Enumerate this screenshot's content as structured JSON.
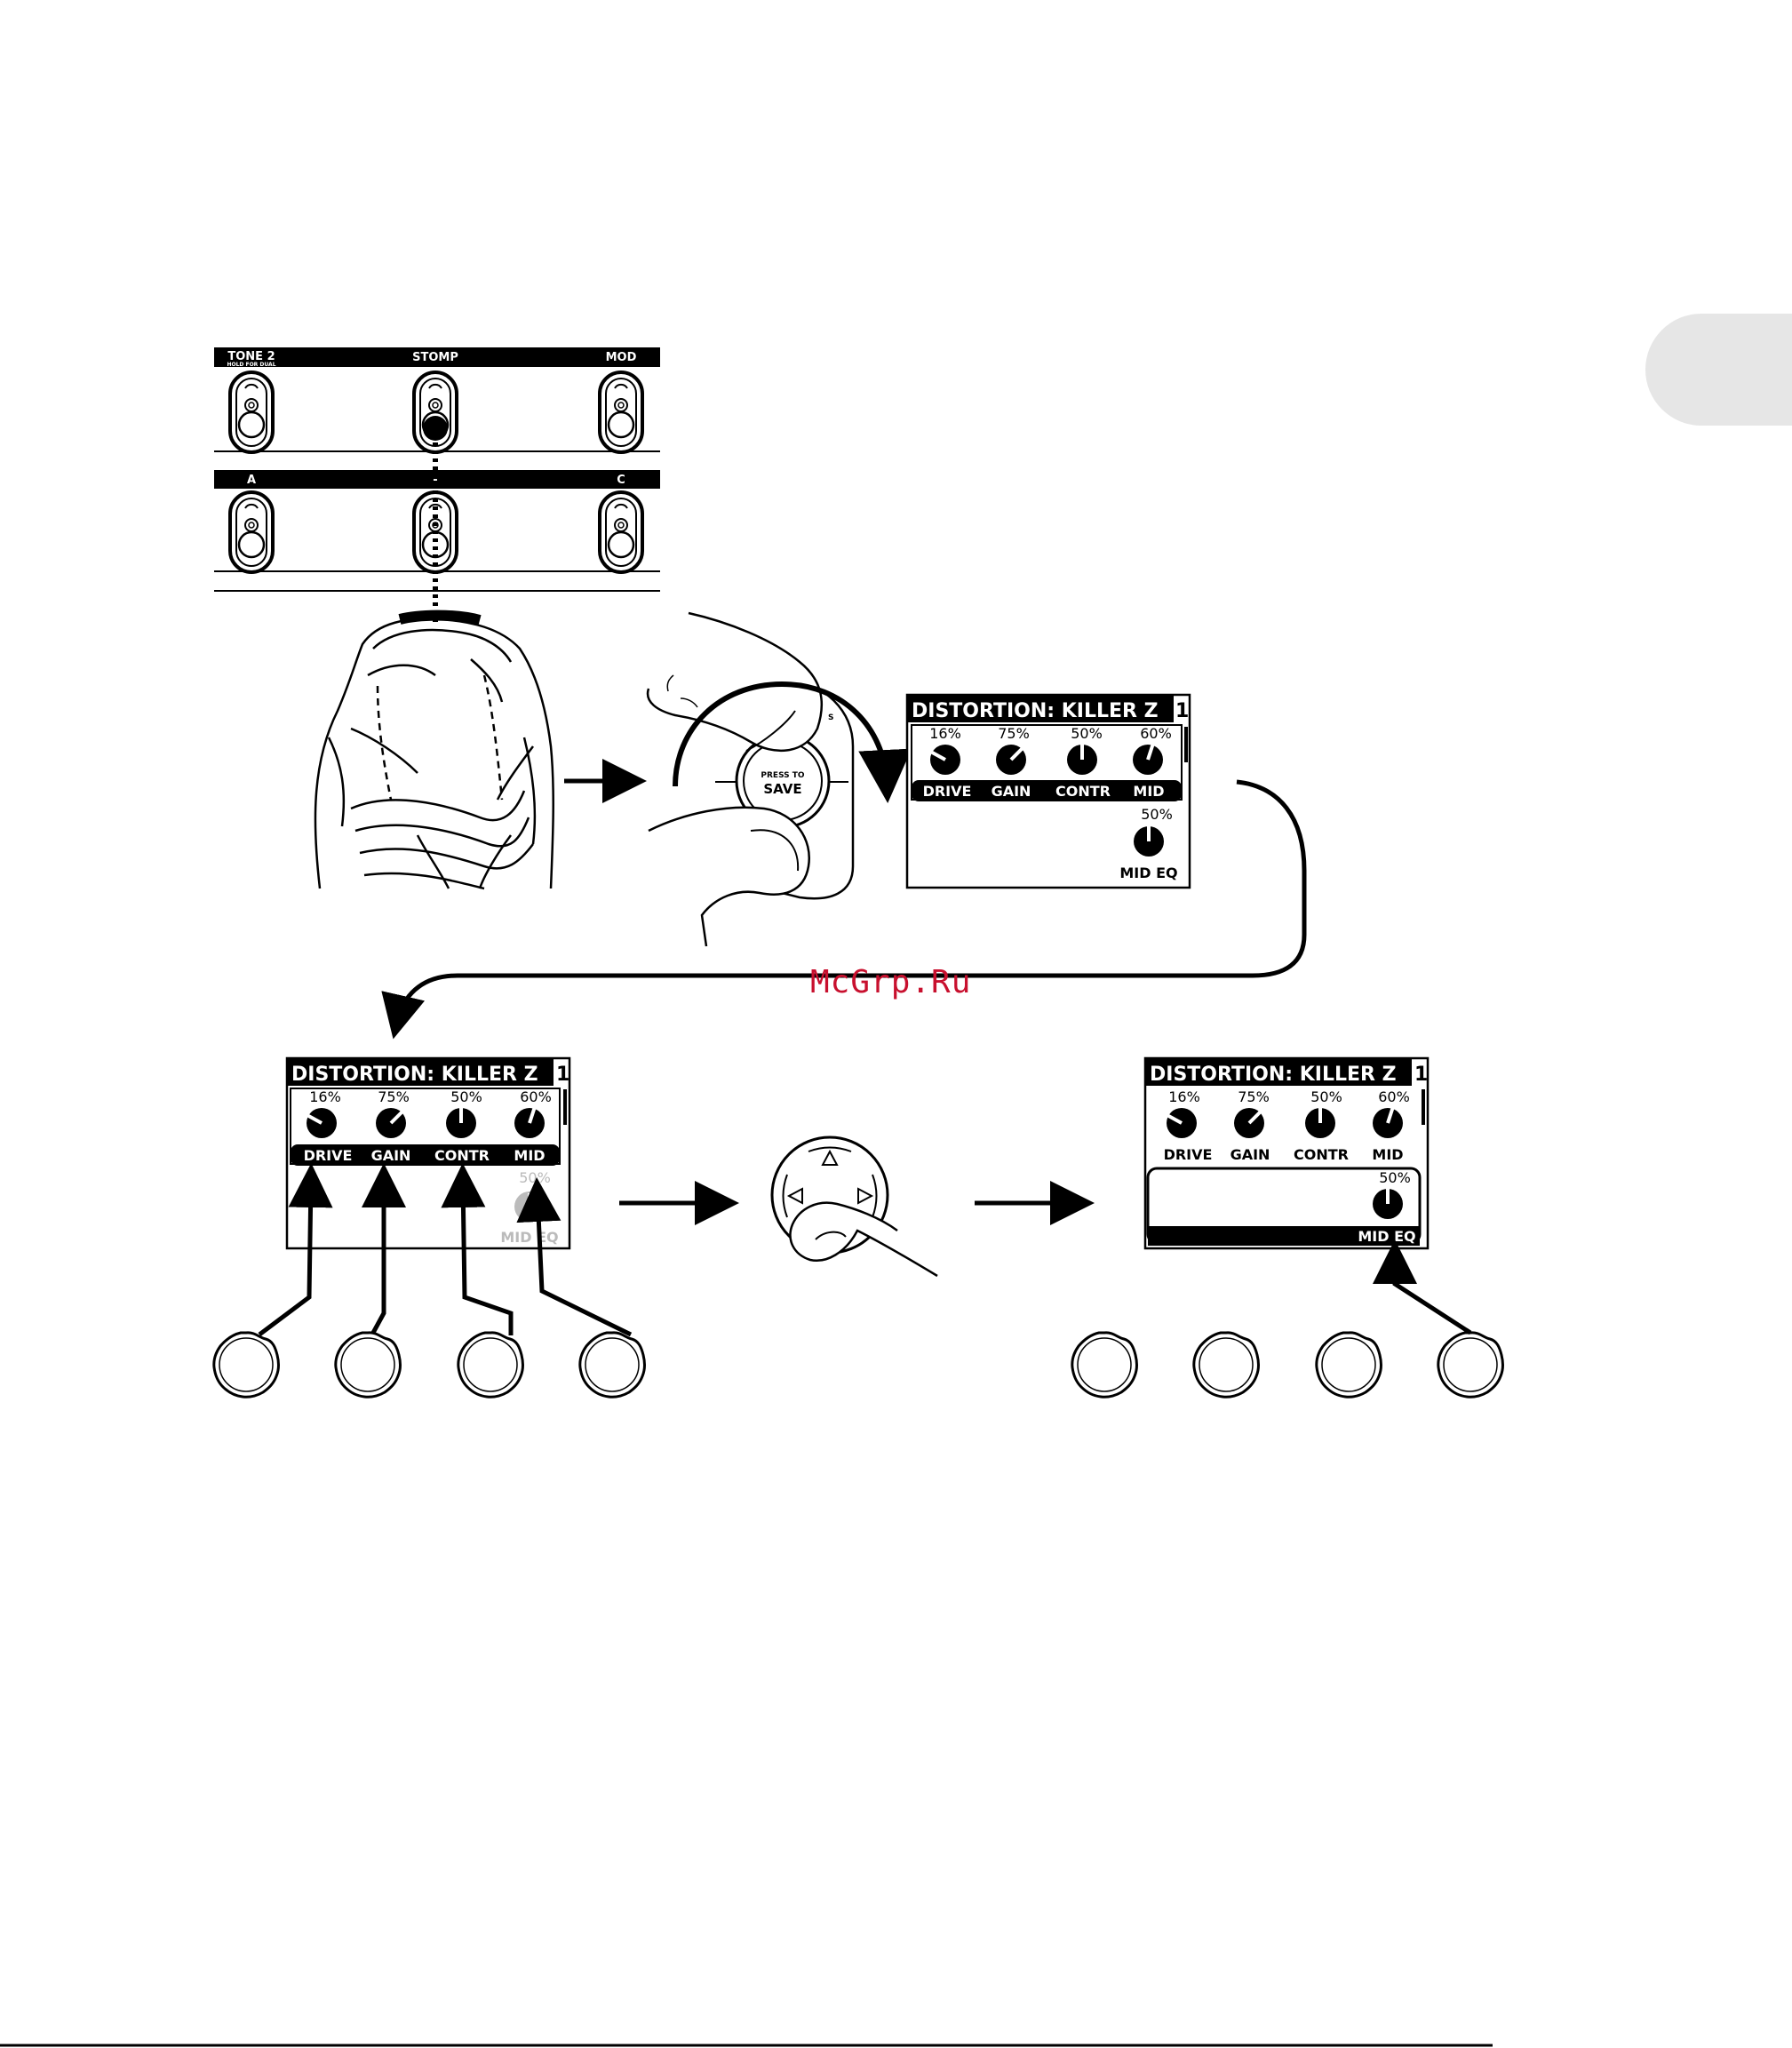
{
  "footswitch_panel": {
    "top_row": [
      "TONE 2",
      "STOMP",
      "MOD"
    ],
    "top_row_sub": "HOLD FOR DUAL",
    "bottom_row": [
      "A",
      "-",
      "C"
    ]
  },
  "save_knob": {
    "line1": "PRESS TO",
    "line2": "SAVE",
    "partial_label": "S"
  },
  "lcd": {
    "title": "DISTORTION: KILLER Z",
    "page": "1",
    "params": [
      {
        "name": "DRIVE",
        "value": "16%",
        "level": 0.16
      },
      {
        "name": "GAIN",
        "value": "75%",
        "level": 0.75
      },
      {
        "name": "CONTR",
        "value": "50%",
        "level": 0.5
      },
      {
        "name": "MID",
        "value": "60%",
        "level": 0.6
      }
    ],
    "extra": {
      "name": "MID EQ",
      "value": "50%",
      "level": 0.5
    }
  },
  "watermark": "McGrp.Ru",
  "colors": {
    "ink": "#000000",
    "paper": "#ffffff",
    "watermark": "#c8102e",
    "tab": "#e6e6e6",
    "dim": "#bbbbbb"
  }
}
